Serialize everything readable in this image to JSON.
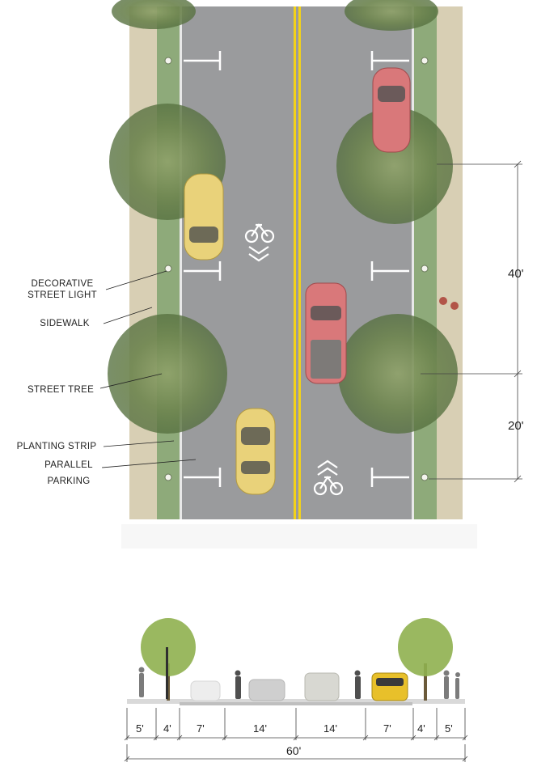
{
  "plan": {
    "callouts": {
      "street_light_line1": "DECORATIVE",
      "street_light_line2": "STREET LIGHT",
      "sidewalk": "SIDEWALK",
      "street_tree": "STREET TREE",
      "planting_strip": "PLANTING STRIP",
      "parking_line1": "PARALLEL",
      "parking_line2": "PARKING"
    },
    "dimensions": {
      "tree_spacing": "40'",
      "light_spacing": "20'"
    },
    "colors": {
      "asphalt": "#9a9b9d",
      "center_line": "#f2d21a",
      "sidewalk": "#d8cfb4",
      "planting_strip": "#8eaa7a",
      "car_yellow": "#e9d27a",
      "car_red": "#d9787a"
    }
  },
  "section": {
    "widths": [
      "5'",
      "4'",
      "7'",
      "14'",
      "14'",
      "7'",
      "4'",
      "5'"
    ],
    "total": "60'"
  }
}
